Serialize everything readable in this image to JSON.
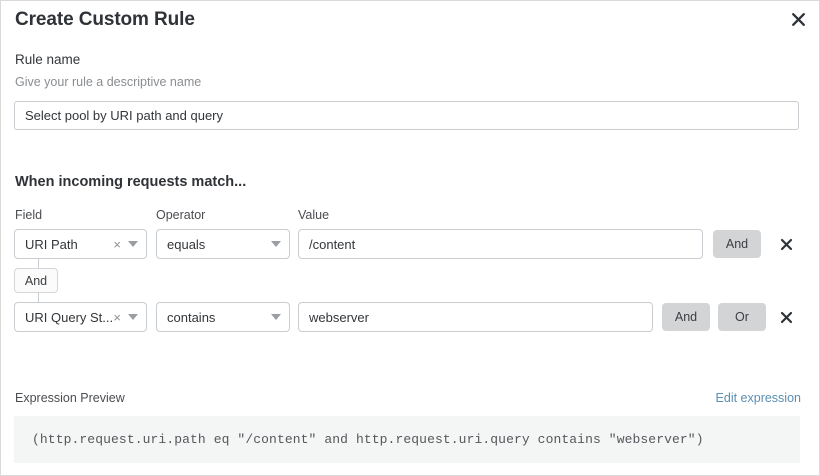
{
  "dialog": {
    "title": "Create Custom Rule",
    "close_icon": "close-icon"
  },
  "rule_name": {
    "label": "Rule name",
    "help_text": "Give your rule a descriptive name",
    "value": "Select pool by URI path and query",
    "placeholder": ""
  },
  "match_section": {
    "heading": "When incoming requests match...",
    "columns": {
      "field": "Field",
      "operator": "Operator",
      "value": "Value"
    },
    "group_connector": "And",
    "rows": [
      {
        "field": "URI Path",
        "field_clear_icon": "close-small-icon",
        "field_caret_icon": "chevron-down-icon",
        "operator": "equals",
        "operator_caret_icon": "chevron-down-icon",
        "value": "/content",
        "and_label": "And",
        "or_label": "",
        "remove_icon": "close-icon"
      },
      {
        "field": "URI Query St...",
        "field_clear_icon": "close-small-icon",
        "field_caret_icon": "chevron-down-icon",
        "operator": "contains",
        "operator_caret_icon": "chevron-down-icon",
        "value": "webserver",
        "and_label": "And",
        "or_label": "Or",
        "remove_icon": "close-icon"
      }
    ]
  },
  "expression_preview": {
    "label": "Expression Preview",
    "edit_link": "Edit expression",
    "expression": "(http.request.uri.path eq \"/content\" and http.request.uri.query contains \"webserver\")"
  },
  "colors": {
    "link": "#5b8fb3",
    "button_gray": "#d3d4d6",
    "border": "#c9ccd0",
    "code_bg": "#f4f5f5"
  }
}
